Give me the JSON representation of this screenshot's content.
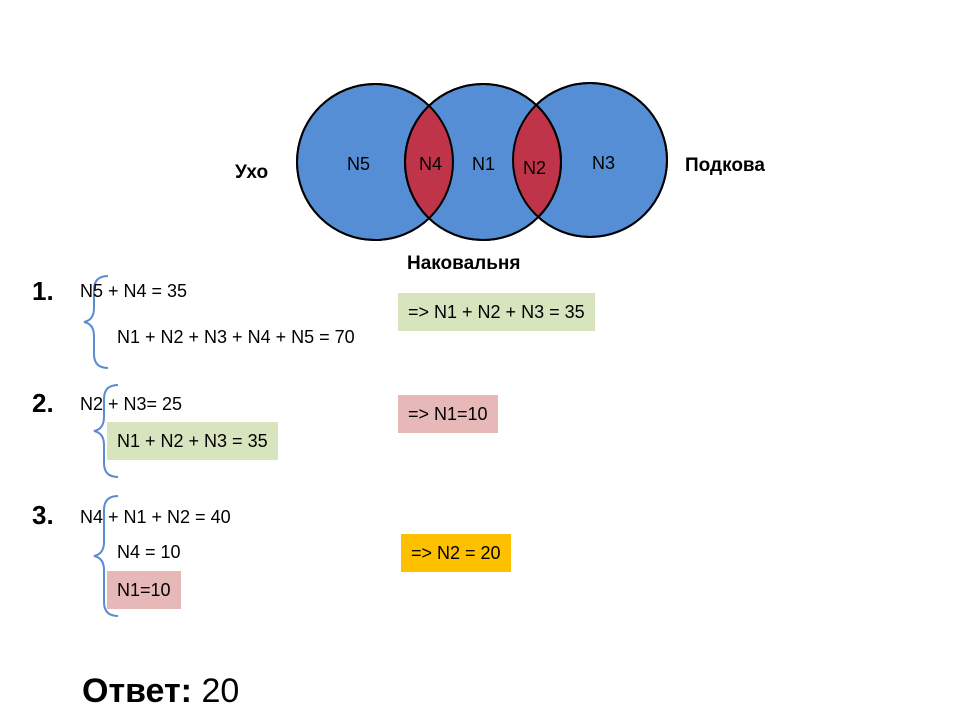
{
  "colors": {
    "circle_fill": "#558ed5",
    "overlap_fill": "#c0344a",
    "stroke": "#000000",
    "brace": "#5b8bd0",
    "box_green": "#d7e4bd",
    "box_pink": "#e6b9b8",
    "box_orange": "#ffc000"
  },
  "venn": {
    "left_circle_label": "Ухо",
    "middle_circle_label": "Наковальня",
    "right_circle_label": "Подкова",
    "regions": {
      "n5": "N5",
      "n4": "N4",
      "n1": "N1",
      "n2": "N2",
      "n3": "N3"
    }
  },
  "steps": [
    {
      "number": "1.",
      "lines": [
        "N5 + N4 = 35",
        "N1 + N2 + N3 + N4 + N5 = 70"
      ],
      "result": "=> N1 + N2 + N3 = 35"
    },
    {
      "number": "2.",
      "lines": [
        "N2 + N3= 25",
        "N1 + N2 + N3 = 35"
      ],
      "result": "=> N1=10"
    },
    {
      "number": "3.",
      "lines": [
        "N4 + N1 + N2 = 40",
        "N4 = 10",
        "N1=10"
      ],
      "result": "=> N2 = 20"
    }
  ],
  "answer": {
    "label": "Ответ:",
    "value": "20"
  }
}
